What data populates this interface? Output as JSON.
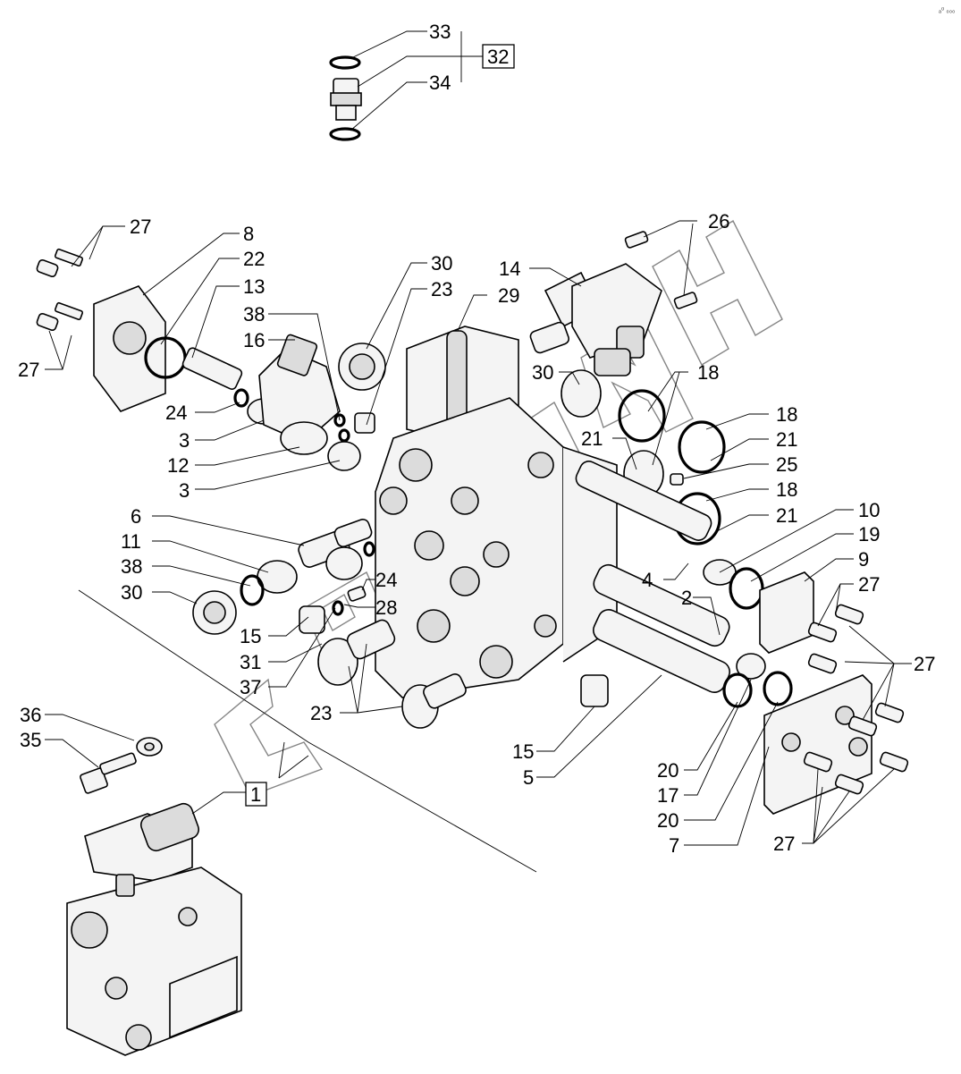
{
  "corner_mark": "ₐ⁰ ₀₀₀",
  "callouts": [
    "33",
    "32",
    "34",
    "27",
    "8",
    "22",
    "13",
    "38",
    "16",
    "24",
    "3",
    "12",
    "3",
    "27",
    "30",
    "23",
    "29",
    "14",
    "26",
    "30",
    "18",
    "21",
    "18",
    "21",
    "25",
    "18",
    "21",
    "6",
    "11",
    "38",
    "30",
    "15",
    "31",
    "37",
    "24",
    "28",
    "23",
    "10",
    "19",
    "9",
    "4",
    "2",
    "27",
    "27",
    "36",
    "35",
    "15",
    "5",
    "20",
    "17",
    "20",
    "7",
    "27",
    "1"
  ],
  "boxed": [
    "32",
    "1"
  ]
}
